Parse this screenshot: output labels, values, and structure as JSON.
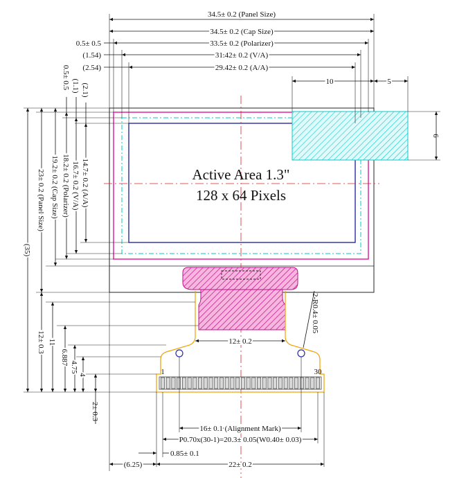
{
  "title": {
    "line1": "Active Area 1.3\"",
    "line2": "128 x 64 Pixels"
  },
  "dimensions": {
    "panel_size_w": "34.5± 0.2 (Panel Size)",
    "cap_size_w": "34.5± 0.2 (Cap Size)",
    "polarizer_w": "33.5± 0.2 (Polarizer)",
    "va_w": "31.42± 0.2 (V/A)",
    "aa_w": "29.42± 0.2 (A/A)",
    "left_05": "0.5± 0.5",
    "left_154": "(1.54)",
    "left_254": "(2.54)",
    "corner_10": "10",
    "corner_5": "5",
    "corner_6": "6",
    "v_05": "0.5± 0.5",
    "v_11": "(1.1)",
    "v_21": "(2.1)",
    "aa_h": "14.7± 0.2 (A/A)",
    "va_h": "16.7± 0.2 (V/A)",
    "polarizer_h": "18.2± 0.2 (Polarizer)",
    "cap_h": "19.2± 0.2 (Cap Size)",
    "panel_h": "23± 0.2 (Panel Size)",
    "total_35": "(35)",
    "fpc_12": "12± 0.3",
    "fpc_11": "11",
    "fpc_6887": "6.887",
    "fpc_475": "4.75",
    "fpc_4": "4",
    "fpc_2": "2± 0.3",
    "neck_12": "12± 0.2",
    "radius": "2-R0.4± 0.05",
    "align_mark": "16± 0.1 (Alignment Mark)",
    "pitch": "P0.70x(30-1)=20.3± 0.05(W0.40± 0.03)",
    "pad_085": "0.85± 0.1",
    "offset_625": "(6.25)",
    "fpc_22": "22± 0.2",
    "pin_1": "1",
    "pin_30": "30"
  },
  "colors": {
    "outline": "#222222",
    "magenta": "#e0139c",
    "cyan": "#00d4d4",
    "blue": "#2a2aa0",
    "red": "#e02020",
    "fpc": "#f0a000"
  }
}
